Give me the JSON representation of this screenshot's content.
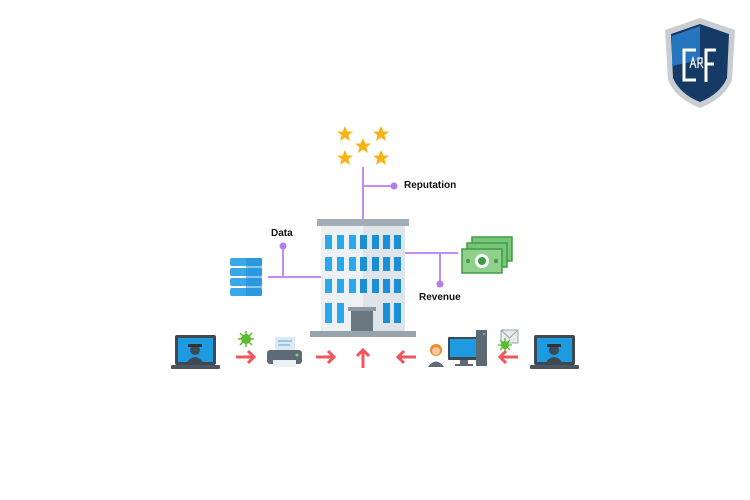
{
  "logo": {
    "text": "CARF"
  },
  "labels": {
    "reputation": "Reputation",
    "data": "Data",
    "revenue": "Revenue"
  },
  "colors": {
    "connector": "#c08cf5",
    "dot": "#b57cf2",
    "star": "#f8b416",
    "window": "#29a8ec",
    "arrow": "#f2555a",
    "money": "#4caf50",
    "screen": "#1e9be0",
    "virus": "#5dbb2f"
  }
}
